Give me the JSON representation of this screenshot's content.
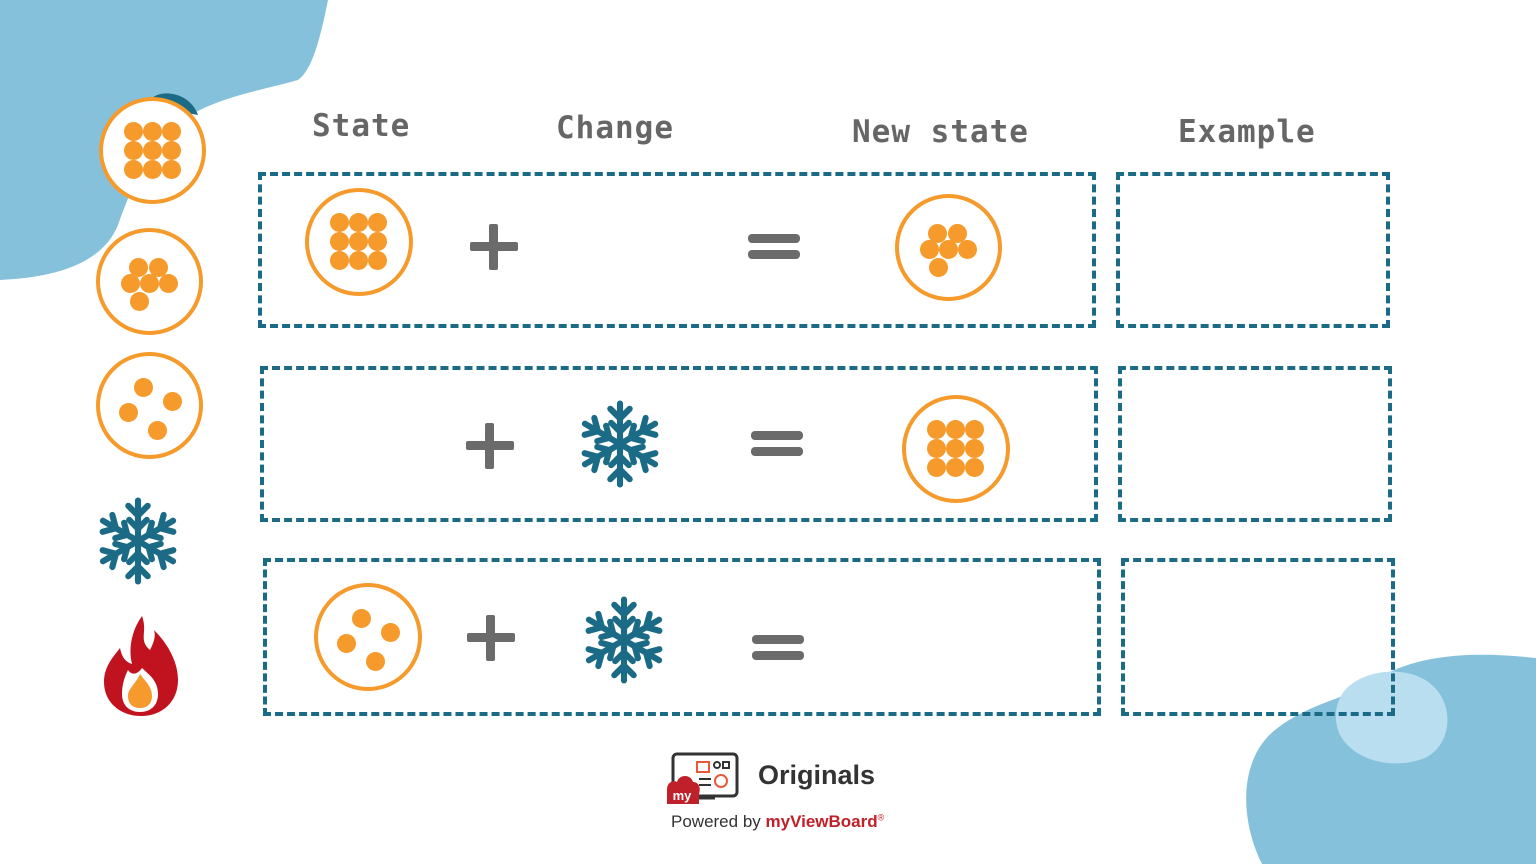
{
  "headers": {
    "state": "State",
    "change": "Change",
    "new_state": "New state",
    "example": "Example"
  },
  "rows": [
    {
      "state": "solid",
      "change": "",
      "new_state": "liquid",
      "operator_plus": "+",
      "operator_equals": "="
    },
    {
      "state": "",
      "change": "cold",
      "new_state": "solid",
      "operator_plus": "+",
      "operator_equals": "="
    },
    {
      "state": "gas",
      "change": "cold",
      "new_state": "",
      "operator_plus": "+",
      "operator_equals": "="
    }
  ],
  "legend": [
    "solid",
    "liquid",
    "gas",
    "cold",
    "heat"
  ],
  "icons": {
    "snowflake": "snowflake-icon",
    "fire": "fire-icon",
    "particle_circle": "particles-icon"
  },
  "branding": {
    "badge": "my",
    "product": "Originals",
    "powered_by": "Powered by ",
    "brand": "myViewBoard",
    "registered": "®"
  },
  "colors": {
    "orange": "#f59a2b",
    "teal": "#1b6b86",
    "gray": "#6b6b6b",
    "blue_blob": "#86c1dc",
    "light_blob": "#b8def0",
    "fire_red": "#c1121f",
    "fire_orange": "#f79a2e"
  }
}
